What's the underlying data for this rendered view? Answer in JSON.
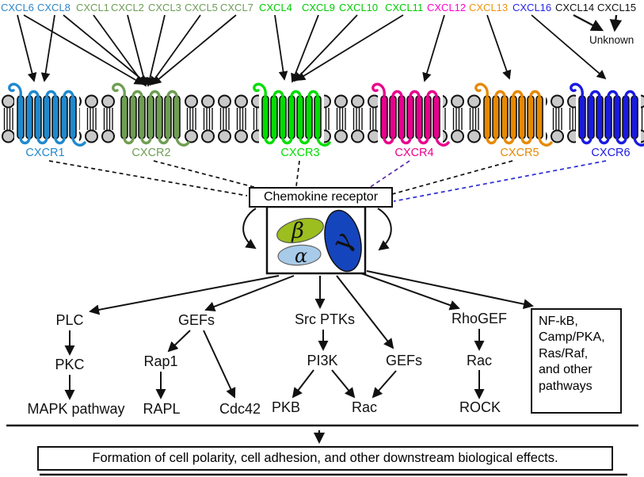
{
  "ligands": [
    {
      "label": "CXCL6",
      "color": "#2E86C8"
    },
    {
      "label": "CXCL8",
      "color": "#2E86C8"
    },
    {
      "label": "CXCL1",
      "color": "#6F9E58"
    },
    {
      "label": "CXCL2",
      "color": "#6F9E58"
    },
    {
      "label": "CXCL3",
      "color": "#6F9E58"
    },
    {
      "label": "CXCL5",
      "color": "#6F9E58"
    },
    {
      "label": "CXCL7",
      "color": "#6F9E58"
    },
    {
      "label": "CXCL4",
      "color": "#00CC00"
    },
    {
      "label": "CXCL9",
      "color": "#00CC00"
    },
    {
      "label": "CXCL10",
      "color": "#00CC00"
    },
    {
      "label": "CXCL11",
      "color": "#00CC00"
    },
    {
      "label": "CXCL12",
      "color": "#FF00CC"
    },
    {
      "label": "CXCL13",
      "color": "#F0930A"
    },
    {
      "label": "CXCL16",
      "color": "#2525E8"
    },
    {
      "label": "CXCL14",
      "color": "#111111"
    },
    {
      "label": "CXCL15",
      "color": "#111111"
    }
  ],
  "unknown_label": "Unknown",
  "receptors": [
    {
      "label": "CXCR1",
      "color": "#1F89CE"
    },
    {
      "label": "CXCR2",
      "color": "#6F9E52"
    },
    {
      "label": "CXCR3",
      "color": "#00DD00"
    },
    {
      "label": "CXCR4",
      "color": "#E8008C"
    },
    {
      "label": "CXCR5",
      "color": "#E68900"
    },
    {
      "label": "CXCR6",
      "color": "#1A1AE0"
    }
  ],
  "receptor_box": {
    "label": "Chemokine receptor"
  },
  "g_protein": {
    "beta": "β",
    "alpha": "α",
    "gamma": "γ",
    "beta_color": "#9CBE1E",
    "alpha_color": "#A8CBEA",
    "gamma_color": "#1545BC"
  },
  "pathways": {
    "plc": "PLC",
    "pkc": "PKC",
    "mapk": "MAPK pathway",
    "gefs1": "GEFs",
    "rap1": "Rap1",
    "rapl": "RAPL",
    "cdc42": "Cdc42",
    "src": "Src PTKs",
    "pi3k": "PI3K",
    "pkb": "PKB",
    "rac_mid": "Rac",
    "gefs2": "GEFs",
    "rhogef": "RhoGEF",
    "rac_right": "Rac",
    "rock": "ROCK",
    "other_pathways": "NF-kB,\nCamp/PKA,\nRas/Raf,\nand other\npathways"
  },
  "outcome_box": {
    "text": "Formation of cell polarity, cell adhesion, and other downstream biological effects."
  }
}
